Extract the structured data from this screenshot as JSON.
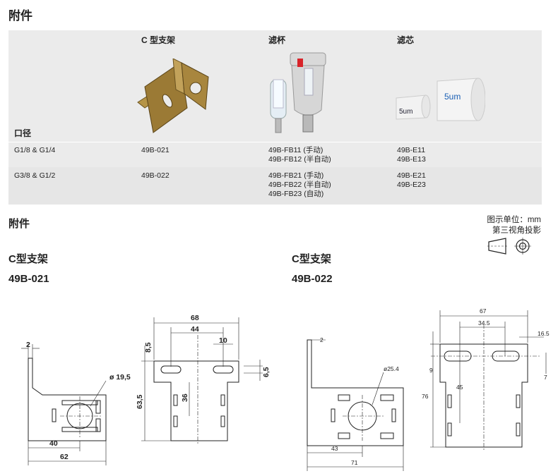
{
  "header": {
    "title": "附件"
  },
  "table": {
    "columns": {
      "bore": "口径",
      "bracket": "C 型支架",
      "bowl": "滤杯",
      "element": "滤芯"
    },
    "element_labels": {
      "small": "5um",
      "large": "5um"
    },
    "rows": [
      {
        "bore": "G1/8 & G1/4",
        "bracket": "49B-021",
        "bowl": "49B-FB11 (手动)\n49B-FB12 (半自动)",
        "element": "49B-E11\n49B-E13"
      },
      {
        "bore": "G3/8 & G1/2",
        "bracket": "49B-022",
        "bowl": "49B-FB21 (手动)\n49B-FB22 (半自动)\n49B-FB23 (自动)",
        "element": "49B-E21\n49B-E23"
      }
    ]
  },
  "section": {
    "title": "附件",
    "unit_note": "图示单位：mm",
    "projection_note": "第三视角投影"
  },
  "drawings": {
    "left": {
      "name": "C型支架",
      "code": "49B-021",
      "dims": {
        "t": "2",
        "d": "ø 19,5",
        "a40": "40",
        "a62": "62",
        "w68": "68",
        "w44": "44",
        "w10": "10",
        "h8": "8,5",
        "h6": "6,5",
        "h36": "36",
        "h63": "63,5"
      }
    },
    "right": {
      "name": "C型支架",
      "code": "49B-022",
      "dims": {
        "t": "2",
        "d": "ø25.4",
        "a43": "43",
        "a71": "71",
        "w67": "67",
        "w34": "34.5",
        "w16": "16.5",
        "h9": "9",
        "h7": "7",
        "h45": "45",
        "h76": "76"
      }
    }
  }
}
